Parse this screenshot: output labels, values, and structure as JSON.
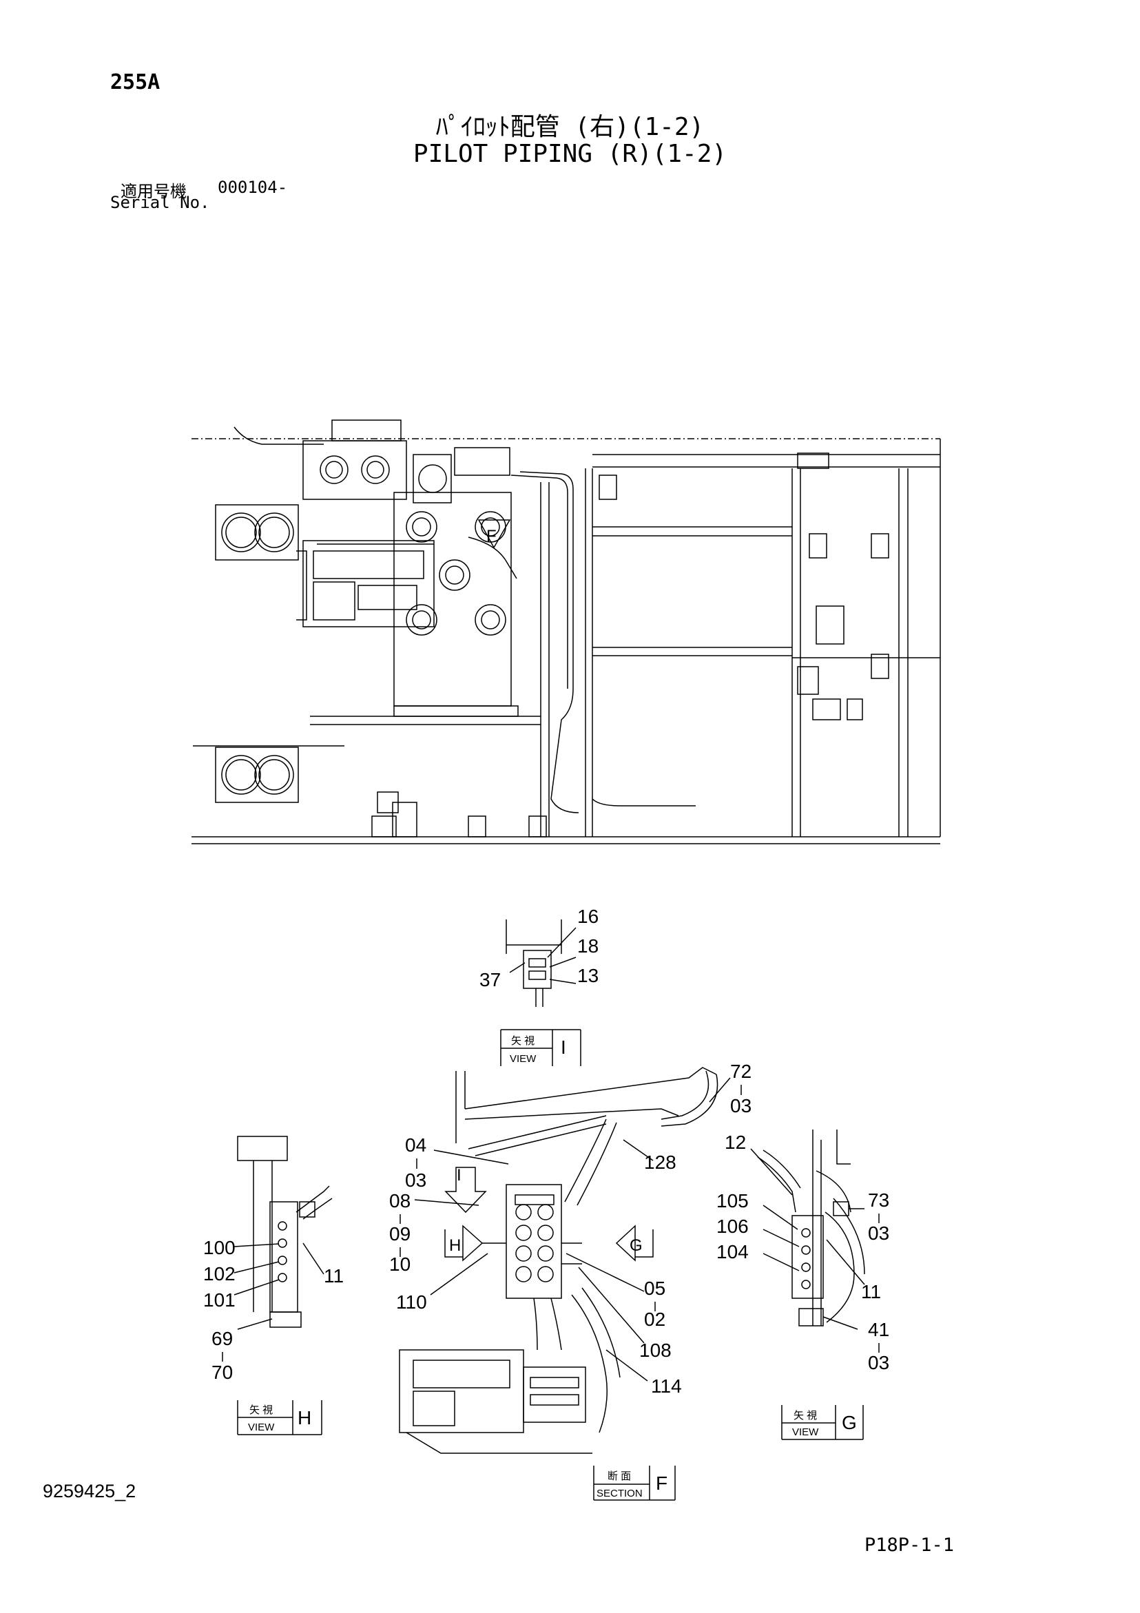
{
  "header": {
    "model": "255A",
    "title_jp": "ﾊﾟｲﾛｯﾄ配管 (右)(1-2)",
    "title_en": "PILOT PIPING (R)(1-2)",
    "serial_label_jp": "適用号機",
    "serial_label_en": "Serial No.",
    "serial_value": "000104-"
  },
  "footer": {
    "doc_number": "9259425_2",
    "page_ref": "P18P-1-1"
  },
  "main_view": {
    "view_arrow_label": "F"
  },
  "detail_top": {
    "callouts": [
      "16",
      "18",
      "13",
      "37"
    ]
  },
  "section_f": {
    "view_marks": [
      "I",
      "H",
      "G"
    ],
    "callouts": {
      "c72": "72",
      "c72s": "03",
      "c04": "04",
      "c04s": "03",
      "c128": "128",
      "c08": "08",
      "c09": "09",
      "c10": "10",
      "c110": "110",
      "c05": "05",
      "c02": "02",
      "c108": "108",
      "c114": "114"
    },
    "box_view_i": {
      "jp": "矢 視",
      "en": "VIEW",
      "letter": "I"
    },
    "box_section": {
      "jp": "断 面",
      "en": "SECTION",
      "letter": "F"
    }
  },
  "view_h": {
    "callouts": {
      "c100": "100",
      "c102": "102",
      "c101": "101",
      "c11": "11",
      "c69": "69",
      "c70": "70"
    },
    "box": {
      "jp": "矢 視",
      "en": "VIEW",
      "letter": "H"
    }
  },
  "view_g": {
    "callouts": {
      "c12": "12",
      "c105": "105",
      "c106": "106",
      "c104": "104",
      "c73": "73",
      "c73s": "03",
      "c11": "11",
      "c41": "41",
      "c41s": "03"
    },
    "box": {
      "jp": "矢 視",
      "en": "VIEW",
      "letter": "G"
    }
  }
}
